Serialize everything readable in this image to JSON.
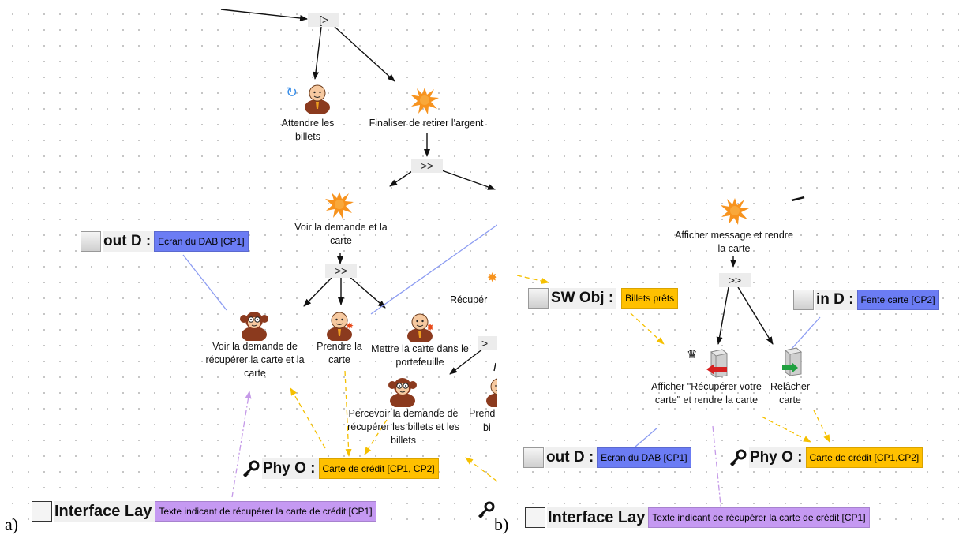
{
  "colors": {
    "blue_box": "#6b7cf4",
    "yellow_box": "#ffc000",
    "purple_box": "#c599f2",
    "edge_blue": "#8c9cf2",
    "edge_yellow": "#f5c000",
    "edge_purple": "#c59ae8"
  },
  "panel_a": {
    "label": "a)",
    "operators": {
      "enable": "[>",
      "seq_top": ">>",
      "seq_mid": ">>",
      "seq_right": ">"
    },
    "tasks": {
      "wait": "Attendre les billets",
      "finalize": "Finaliser de retirer l'argent",
      "see_request": "Voir la demande et la carte",
      "see_request_long": "Voir la demande de récupérer la carte et la carte",
      "take_card": "Prendre la carte",
      "put_wallet": "Mettre la carte dans le portefeuille",
      "perceive": "Percevoir la demande de récupérer les billets et les billets",
      "recuperer_cut": "Récupér",
      "prendre_cut": "Prend",
      "bi_cut": "bi"
    },
    "data": {
      "out_d": {
        "name": "out D :",
        "value": "Ecran du DAB [CP1]",
        "icon": "device-icon"
      },
      "phy_o": {
        "name": "Phy O :",
        "value": "Carte de crédit [CP1, CP2]",
        "icon": "key-icon"
      },
      "interface": {
        "name": "Interface Lay",
        "value": "Texte indicant de récupérer la carte de crédit [CP1]",
        "icon": "interface-icon"
      }
    }
  },
  "panel_b": {
    "label": "b)",
    "operators": {
      "seq": ">>"
    },
    "tasks": {
      "show_message": "Afficher message et rendre la carte",
      "display_recover": "Afficher \"Récupérer votre carte\" et rendre la carte",
      "release_card": "Relâcher carte"
    },
    "data": {
      "sw_obj": {
        "name": "SW Obj :",
        "value": "Billets prêts",
        "icon": "software-icon"
      },
      "in_d": {
        "name": "in D :",
        "value": "Fente carte [CP2]",
        "icon": "device-icon"
      },
      "out_d": {
        "name": "out D :",
        "value": "Ecran du DAB [CP1]",
        "icon": "device-icon"
      },
      "phy_o": {
        "name": "Phy O :",
        "value": "Carte de crédit [CP1,CP2]",
        "icon": "key-icon"
      },
      "interface": {
        "name": "Interface Lay",
        "value": "Texte indicant de récupérer la carte de crédit [CP1]",
        "icon": "interface-icon"
      }
    }
  }
}
